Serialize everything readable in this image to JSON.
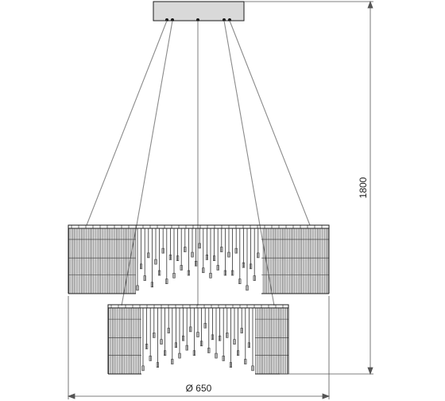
{
  "drawing": {
    "height_label": "1800",
    "diameter_label": "Ø 650",
    "colors": {
      "line": "#1a1a1a",
      "cable": "#8a8a8a",
      "canopy_fill": "#d9d9d9",
      "dimension": "#555555",
      "crystal": "#333333"
    },
    "parts": [
      "ceiling-canopy",
      "suspension-cables",
      "upper-crystal-tier",
      "lower-crystal-tier"
    ]
  }
}
